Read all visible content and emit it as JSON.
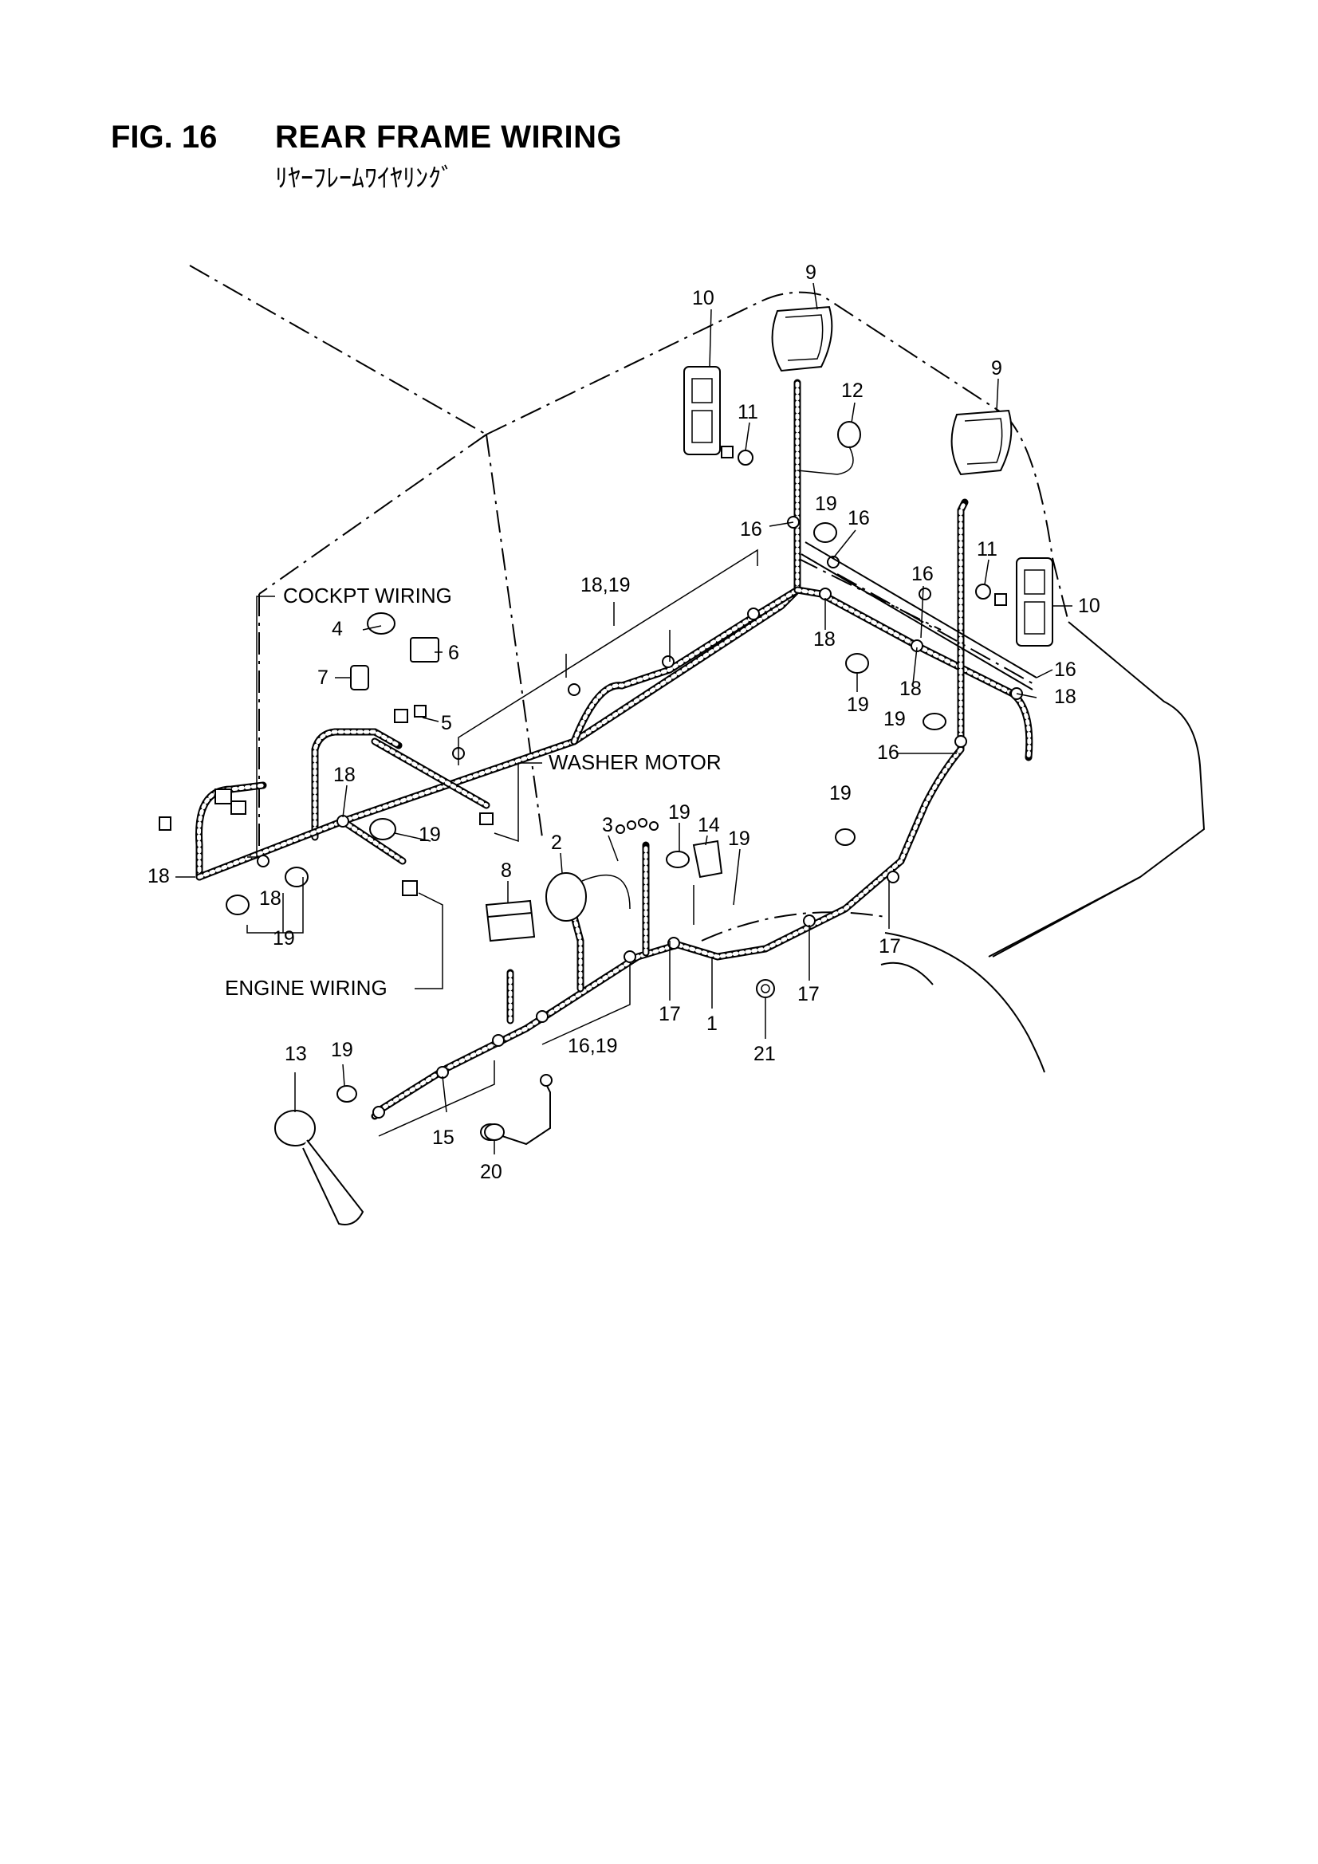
{
  "header": {
    "fig_number": "FIG. 16",
    "title": "REAR FRAME WIRING",
    "subtitle_jp": "ﾘﾔｰﾌﾚｰﾑﾜｲﾔﾘﾝｸﾞ"
  },
  "callouts": {
    "cockpit_wiring": "COCKPT WIRING",
    "washer_motor": "WASHER MOTOR",
    "engine_wiring": "ENGINE WIRING"
  },
  "part_labels": [
    {
      "id": "p10a",
      "text": "10"
    },
    {
      "id": "p9a",
      "text": "9"
    },
    {
      "id": "p9b",
      "text": "9"
    },
    {
      "id": "p12",
      "text": "12"
    },
    {
      "id": "p11a",
      "text": "11"
    },
    {
      "id": "p19a",
      "text": "19"
    },
    {
      "id": "p16a",
      "text": "16"
    },
    {
      "id": "p16b",
      "text": "16"
    },
    {
      "id": "p11b",
      "text": "11"
    },
    {
      "id": "p16c",
      "text": "16"
    },
    {
      "id": "p10b",
      "text": "10"
    },
    {
      "id": "p18_19",
      "text": "18,19"
    },
    {
      "id": "p18a",
      "text": "18"
    },
    {
      "id": "p16d",
      "text": "16"
    },
    {
      "id": "p18b",
      "text": "18"
    },
    {
      "id": "p18c",
      "text": "18"
    },
    {
      "id": "p19b",
      "text": "19"
    },
    {
      "id": "p19c",
      "text": "19"
    },
    {
      "id": "p16e",
      "text": "16"
    },
    {
      "id": "p4",
      "text": "4"
    },
    {
      "id": "p6",
      "text": "6"
    },
    {
      "id": "p7",
      "text": "7"
    },
    {
      "id": "p5",
      "text": "5"
    },
    {
      "id": "p18d",
      "text": "18"
    },
    {
      "id": "p19d",
      "text": "19"
    },
    {
      "id": "p18e",
      "text": "18"
    },
    {
      "id": "p18f",
      "text": "18"
    },
    {
      "id": "p19e",
      "text": "19"
    },
    {
      "id": "p19f",
      "text": "19"
    },
    {
      "id": "p2",
      "text": "2"
    },
    {
      "id": "p3",
      "text": "3"
    },
    {
      "id": "p19g",
      "text": "19"
    },
    {
      "id": "p14",
      "text": "14"
    },
    {
      "id": "p19h",
      "text": "19"
    },
    {
      "id": "p8",
      "text": "8"
    },
    {
      "id": "p17a",
      "text": "17"
    },
    {
      "id": "p17b",
      "text": "17"
    },
    {
      "id": "p17c",
      "text": "17"
    },
    {
      "id": "p1",
      "text": "1"
    },
    {
      "id": "p21",
      "text": "21"
    },
    {
      "id": "p16_19",
      "text": "16,19"
    },
    {
      "id": "p13",
      "text": "13"
    },
    {
      "id": "p19i",
      "text": "19"
    },
    {
      "id": "p15",
      "text": "15"
    },
    {
      "id": "p20",
      "text": "20"
    }
  ]
}
